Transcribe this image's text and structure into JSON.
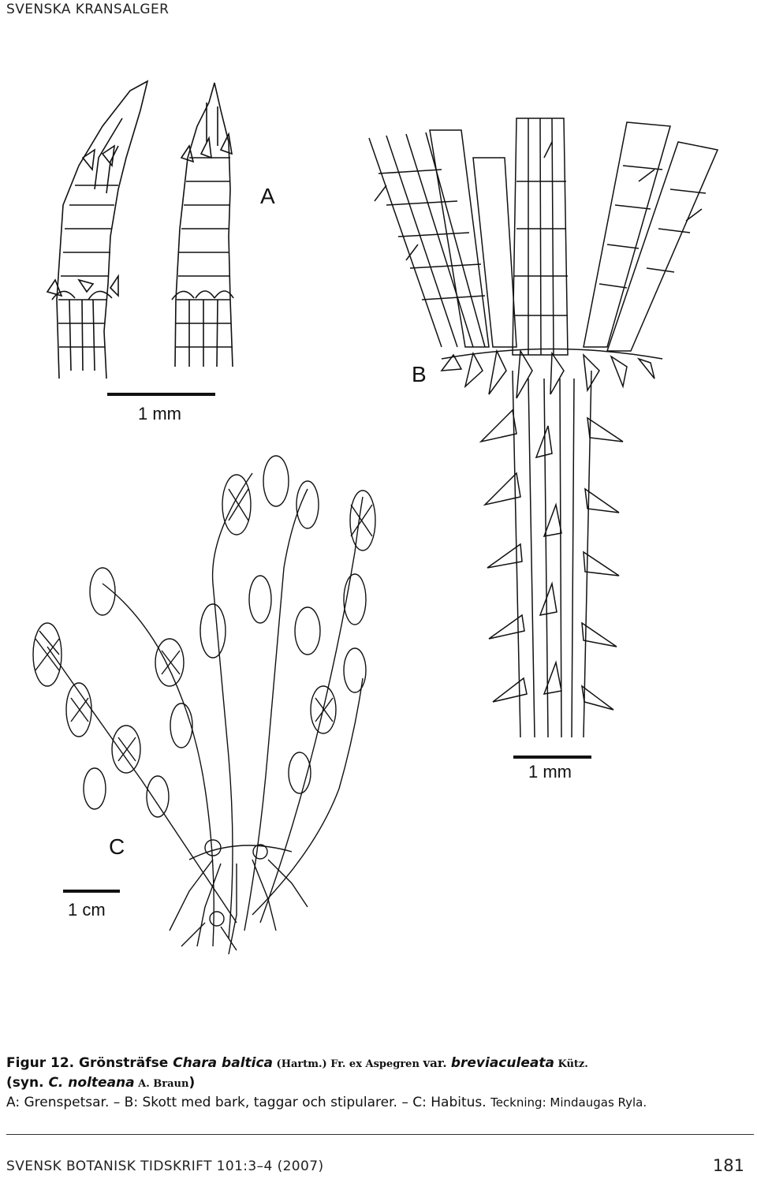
{
  "header": {
    "running_title": "SVENSKA KRANSALGER"
  },
  "figure": {
    "panels": {
      "a": {
        "letter": "A",
        "scale_label": "1 mm"
      },
      "b": {
        "letter": "B",
        "scale_label": "1 mm"
      },
      "c": {
        "letter": "C",
        "scale_label": "1 cm"
      }
    }
  },
  "caption": {
    "fig_label": "Figur 12. Grönsträfse ",
    "species_italic": "Chara baltica",
    "authority_1": " (Hartm.) Fr. ex Aspegren ",
    "var_word": "var. ",
    "variety_italic": "breviaculeata",
    "authority_2": " Kütz.",
    "syn_open": "(syn. ",
    "syn_italic": "C. nolteana",
    "syn_authority": " A. Braun",
    "syn_close": ")",
    "descr": "A: Grenspetsar.  – B: Skott med bark, taggar och stipularer.  – C: Habitus. ",
    "credit": "Teckning: Mindaugas Ryla."
  },
  "footer": {
    "journal": "SVENSK BOTANISK TIDSKRIFT 101:3–4 (2007)",
    "page_number": "181"
  }
}
